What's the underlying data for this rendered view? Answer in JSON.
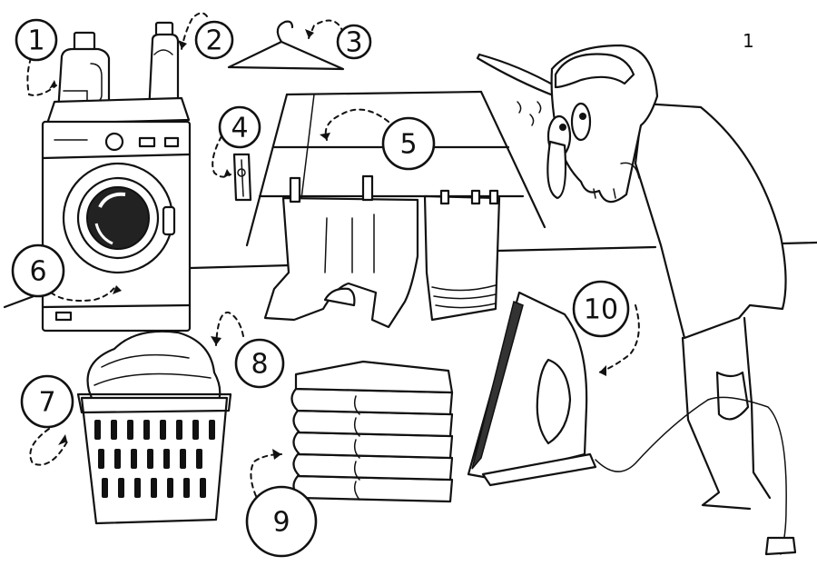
{
  "page_number": "1",
  "labels": [
    "1",
    "2",
    "3",
    "4",
    "5",
    "6",
    "7",
    "8",
    "9",
    "10"
  ],
  "icons": [
    "detergent-bottle-icon",
    "softener-bottle-icon",
    "clothes-hanger-icon",
    "clothespin-icon",
    "clothesline-icon",
    "washing-machine-icon",
    "laundry-basket-icon",
    "dirty-laundry-icon",
    "folded-towels-icon",
    "iron-icon",
    "tired-man-icon"
  ]
}
